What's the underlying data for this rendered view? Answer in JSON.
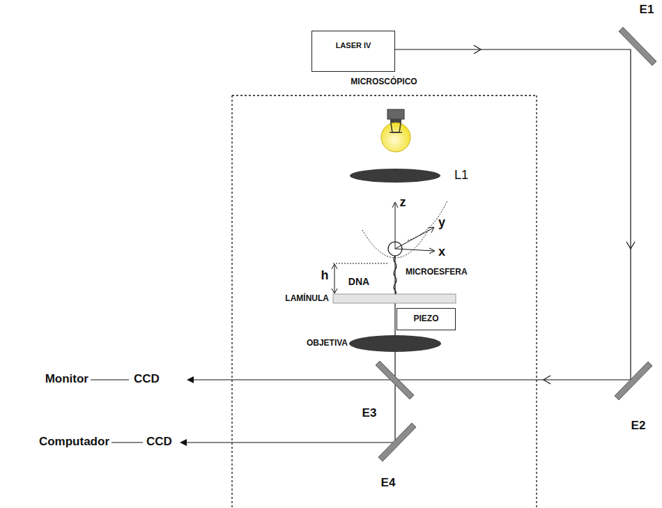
{
  "diagram": {
    "nodes": [
      {
        "text": [
          "LASER IV"
        ]
      },
      {
        "text": [
          "MICROSCÓPICO"
        ]
      },
      {
        "text": [
          "PIEZO"
        ],
        "in": 1
      }
    ],
    "labels": [
      "E1",
      "L1",
      "z",
      "y",
      "x",
      "h",
      "DNA",
      "MICROESFERA",
      "LAMÍNULA",
      "OBJETIVA",
      "Monitor",
      "CCD",
      "E3",
      "E2",
      "Computador",
      "CCD",
      "E4"
    ]
  }
}
